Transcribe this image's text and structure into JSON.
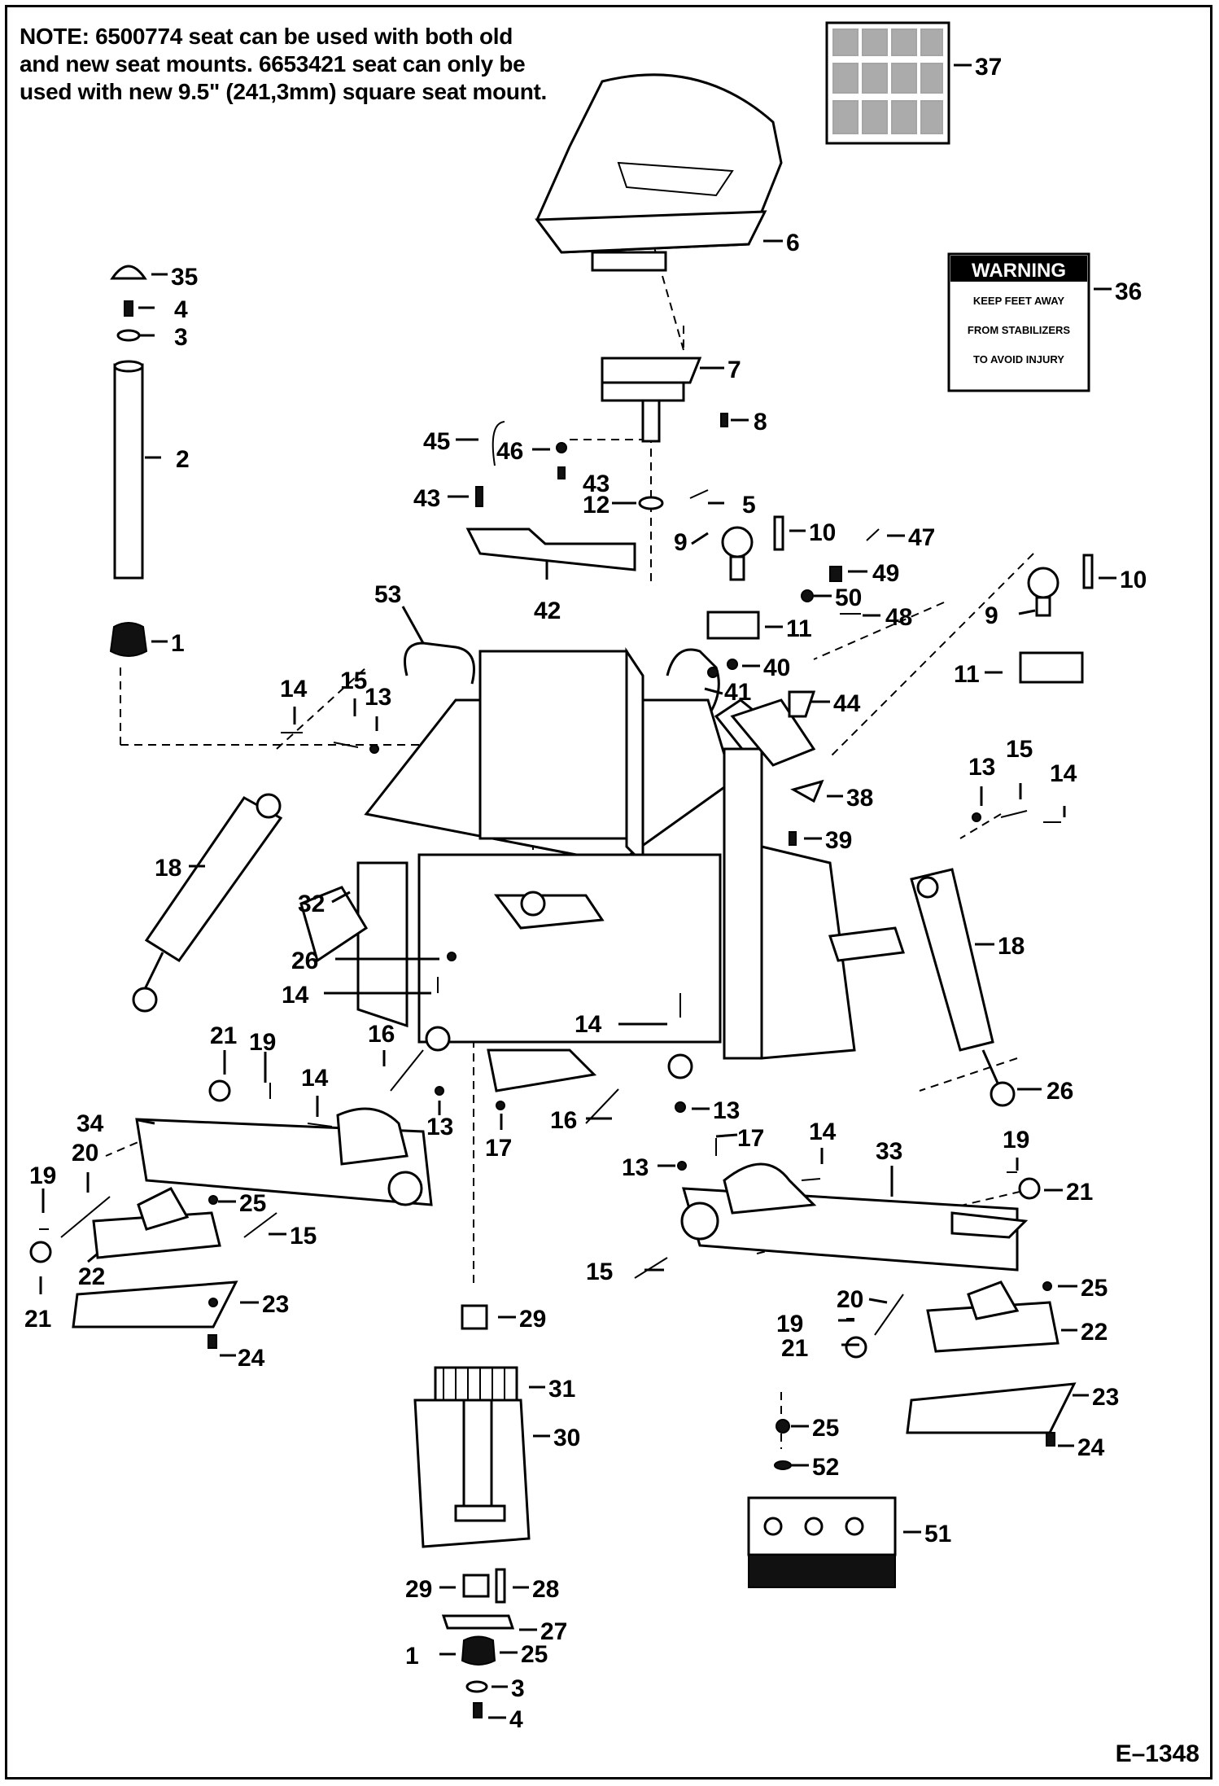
{
  "note": {
    "lead": "NOTE:",
    "text": "6500774 seat can be used with both old and new seat mounts. 6653421 seat can only be used with new 9.5\" (241,3mm) square seat mount."
  },
  "warning_decal": {
    "header": "WARNING",
    "lines": [
      "KEEP FEET AWAY",
      "FROM STABILIZERS",
      "TO AVOID INJURY"
    ]
  },
  "drawing_code": "E–1348",
  "callouts": [
    {
      "label": "37"
    },
    {
      "label": "35"
    },
    {
      "label": "6"
    },
    {
      "label": "4"
    },
    {
      "label": "3"
    },
    {
      "label": "36"
    },
    {
      "label": "2"
    },
    {
      "label": "7"
    },
    {
      "label": "8"
    },
    {
      "label": "45"
    },
    {
      "label": "46"
    },
    {
      "label": "43"
    },
    {
      "label": "43"
    },
    {
      "label": "12"
    },
    {
      "label": "5"
    },
    {
      "label": "9"
    },
    {
      "label": "10"
    },
    {
      "label": "47"
    },
    {
      "label": "49"
    },
    {
      "label": "50"
    },
    {
      "label": "48"
    },
    {
      "label": "42"
    },
    {
      "label": "53"
    },
    {
      "label": "11"
    },
    {
      "label": "10"
    },
    {
      "label": "9"
    },
    {
      "label": "1"
    },
    {
      "label": "40"
    },
    {
      "label": "41"
    },
    {
      "label": "11"
    },
    {
      "label": "44"
    },
    {
      "label": "14"
    },
    {
      "label": "15"
    },
    {
      "label": "13"
    },
    {
      "label": "38"
    },
    {
      "label": "15"
    },
    {
      "label": "13"
    },
    {
      "label": "14"
    },
    {
      "label": "39"
    },
    {
      "label": "18"
    },
    {
      "label": "32"
    },
    {
      "label": "18"
    },
    {
      "label": "26"
    },
    {
      "label": "14"
    },
    {
      "label": "14"
    },
    {
      "label": "16"
    },
    {
      "label": "21"
    },
    {
      "label": "19"
    },
    {
      "label": "14"
    },
    {
      "label": "26"
    },
    {
      "label": "34"
    },
    {
      "label": "13"
    },
    {
      "label": "16"
    },
    {
      "label": "13"
    },
    {
      "label": "17"
    },
    {
      "label": "17"
    },
    {
      "label": "14"
    },
    {
      "label": "33"
    },
    {
      "label": "19"
    },
    {
      "label": "20"
    },
    {
      "label": "13"
    },
    {
      "label": "21"
    },
    {
      "label": "19"
    },
    {
      "label": "25"
    },
    {
      "label": "15"
    },
    {
      "label": "15"
    },
    {
      "label": "22"
    },
    {
      "label": "23"
    },
    {
      "label": "25"
    },
    {
      "label": "21"
    },
    {
      "label": "20"
    },
    {
      "label": "22"
    },
    {
      "label": "29"
    },
    {
      "label": "19"
    },
    {
      "label": "24"
    },
    {
      "label": "21"
    },
    {
      "label": "31"
    },
    {
      "label": "23"
    },
    {
      "label": "30"
    },
    {
      "label": "24"
    },
    {
      "label": "25"
    },
    {
      "label": "52"
    },
    {
      "label": "51"
    },
    {
      "label": "29"
    },
    {
      "label": "28"
    },
    {
      "label": "27"
    },
    {
      "label": "1"
    },
    {
      "label": "25"
    },
    {
      "label": "3"
    },
    {
      "label": "4"
    }
  ]
}
